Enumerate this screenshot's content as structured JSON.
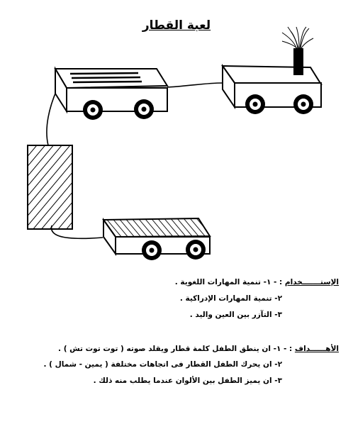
{
  "title": "لعبة القطار",
  "usage": {
    "heading": "الإستـــــــخدام",
    "items": [
      ": - ١- تنمية المهارات اللغوية .",
      "٢- تنمية المهارات الإدراكية .",
      "٣- التآزر بين العين واليد ."
    ]
  },
  "goals": {
    "heading": "الأهــــــداف",
    "items": [
      ": - ١- ان ينطق الطفل كلمة قطار ويقلد صوته ( توت توت تش ) .",
      "٢- ان يحرك الطفل القطار فى اتجاهات مختلفة ( يمين - شمال ) .",
      "٣- ان يميز الطفل بين الألوان عندما يطلب منه ذلك ."
    ]
  }
}
